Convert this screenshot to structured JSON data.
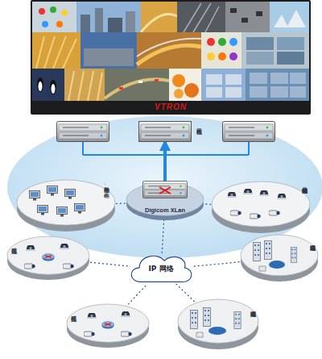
{
  "diagram": {
    "nodes": [
      {
        "text": [
          "VTRON"
        ]
      },
      {
        "text": [
          "网络节点机"
        ]
      },
      {
        "text": [
          "Digicom XLan"
        ]
      },
      {
        "text": [
          "各种电脑、工作站"
        ]
      },
      {
        "text": [
          "各种制式视频信号"
        ]
      },
      {
        "text": [
          "IP 网络"
        ]
      },
      {
        "text": [
          "远程视频"
        ]
      },
      {
        "text": [
          "远程视频"
        ]
      },
      {
        "text": [
          "远端城市视频"
        ]
      },
      {
        "text": [
          "远端城市视频"
        ]
      }
    ],
    "edges": [
      {
        "from": 2,
        "to": 1,
        "arrow": "to"
      },
      {
        "from": 3,
        "to": 2,
        "arrow": "none"
      },
      {
        "from": 4,
        "to": 2,
        "arrow": "none"
      },
      {
        "from": 5,
        "to": 2,
        "arrow": "none"
      },
      {
        "from": 6,
        "to": 5,
        "arrow": "none"
      },
      {
        "from": 7,
        "to": 5,
        "arrow": "none"
      },
      {
        "from": 8,
        "to": 5,
        "arrow": "none"
      },
      {
        "from": 9,
        "to": 5,
        "arrow": "none"
      }
    ]
  }
}
